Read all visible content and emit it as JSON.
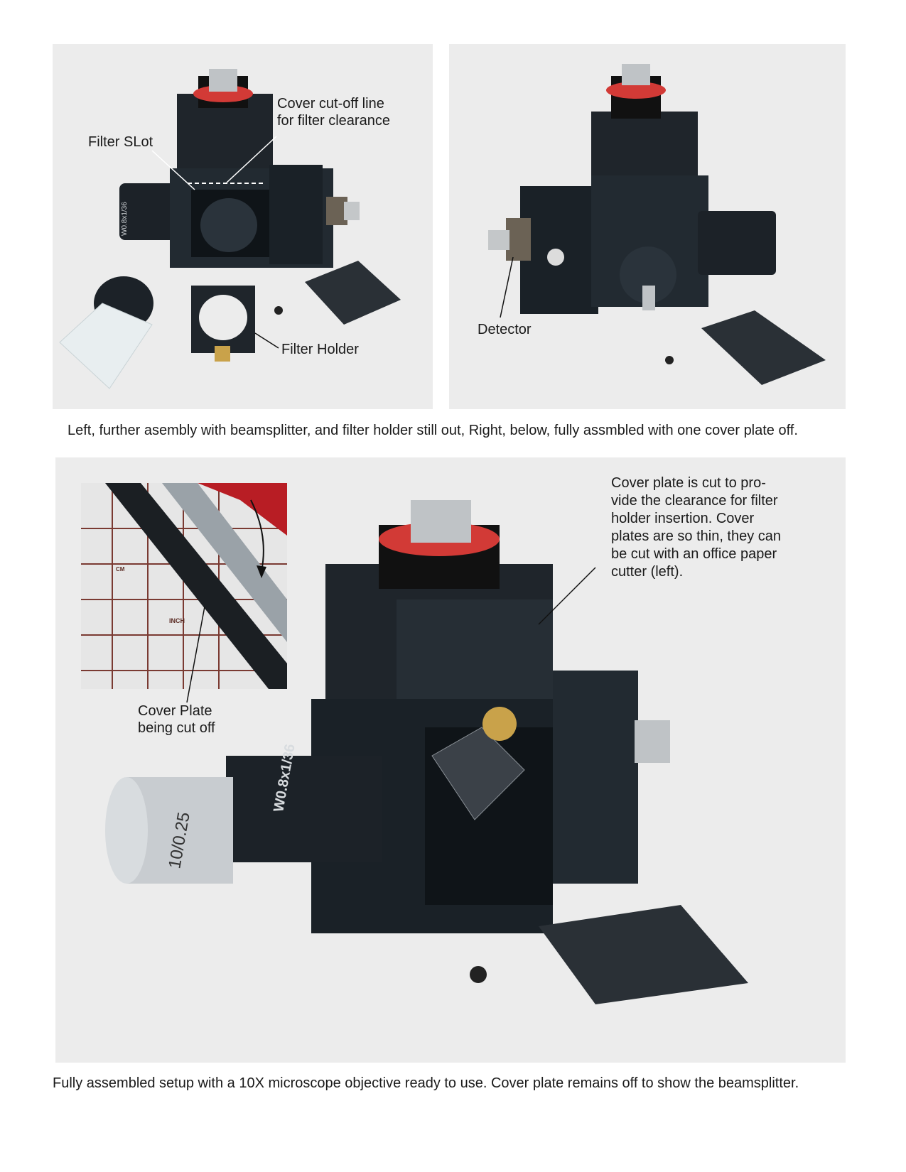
{
  "panels": {
    "top_left": {
      "labels": {
        "cover_cutoff_line1": "Cover cut-off line",
        "cover_cutoff_line2": "for filter clearance",
        "filter_slot": "Filter SLot",
        "filter_holder": "Filter Holder"
      },
      "objective_marking": "W0.8x1/36"
    },
    "top_right": {
      "labels": {
        "detector": "Detector"
      }
    },
    "bottom": {
      "description_lines": [
        "Cover plate is cut to pro-",
        "vide the clearance for filter",
        "holder insertion. Cover",
        "plates are so thin, they can",
        "be cut with an office paper",
        "cutter (left)."
      ],
      "cover_plate_label_line1": "Cover Plate",
      "cover_plate_label_line2": "being cut off",
      "objective_marking": "W0.8x1/36",
      "objective_magnification": "10/0.25",
      "ruler_units": {
        "cm": "CM",
        "inch": "INCH"
      }
    }
  },
  "captions": {
    "top": "Left, further asembly with beamsplitter, and filter holder still out, Right, below, fully assmbled with one cover plate off.",
    "bottom": "Fully assembled setup with a 10X microscope objective  ready to use. Cover plate remains off to show the beamsplitter."
  },
  "colors": {
    "background": "#ffffff",
    "photo_bg": "#ececec",
    "anodized_black": "#1f252b",
    "red_ring": "#d23a36",
    "brass": "#c9a24a",
    "steel": "#bfc3c6"
  }
}
